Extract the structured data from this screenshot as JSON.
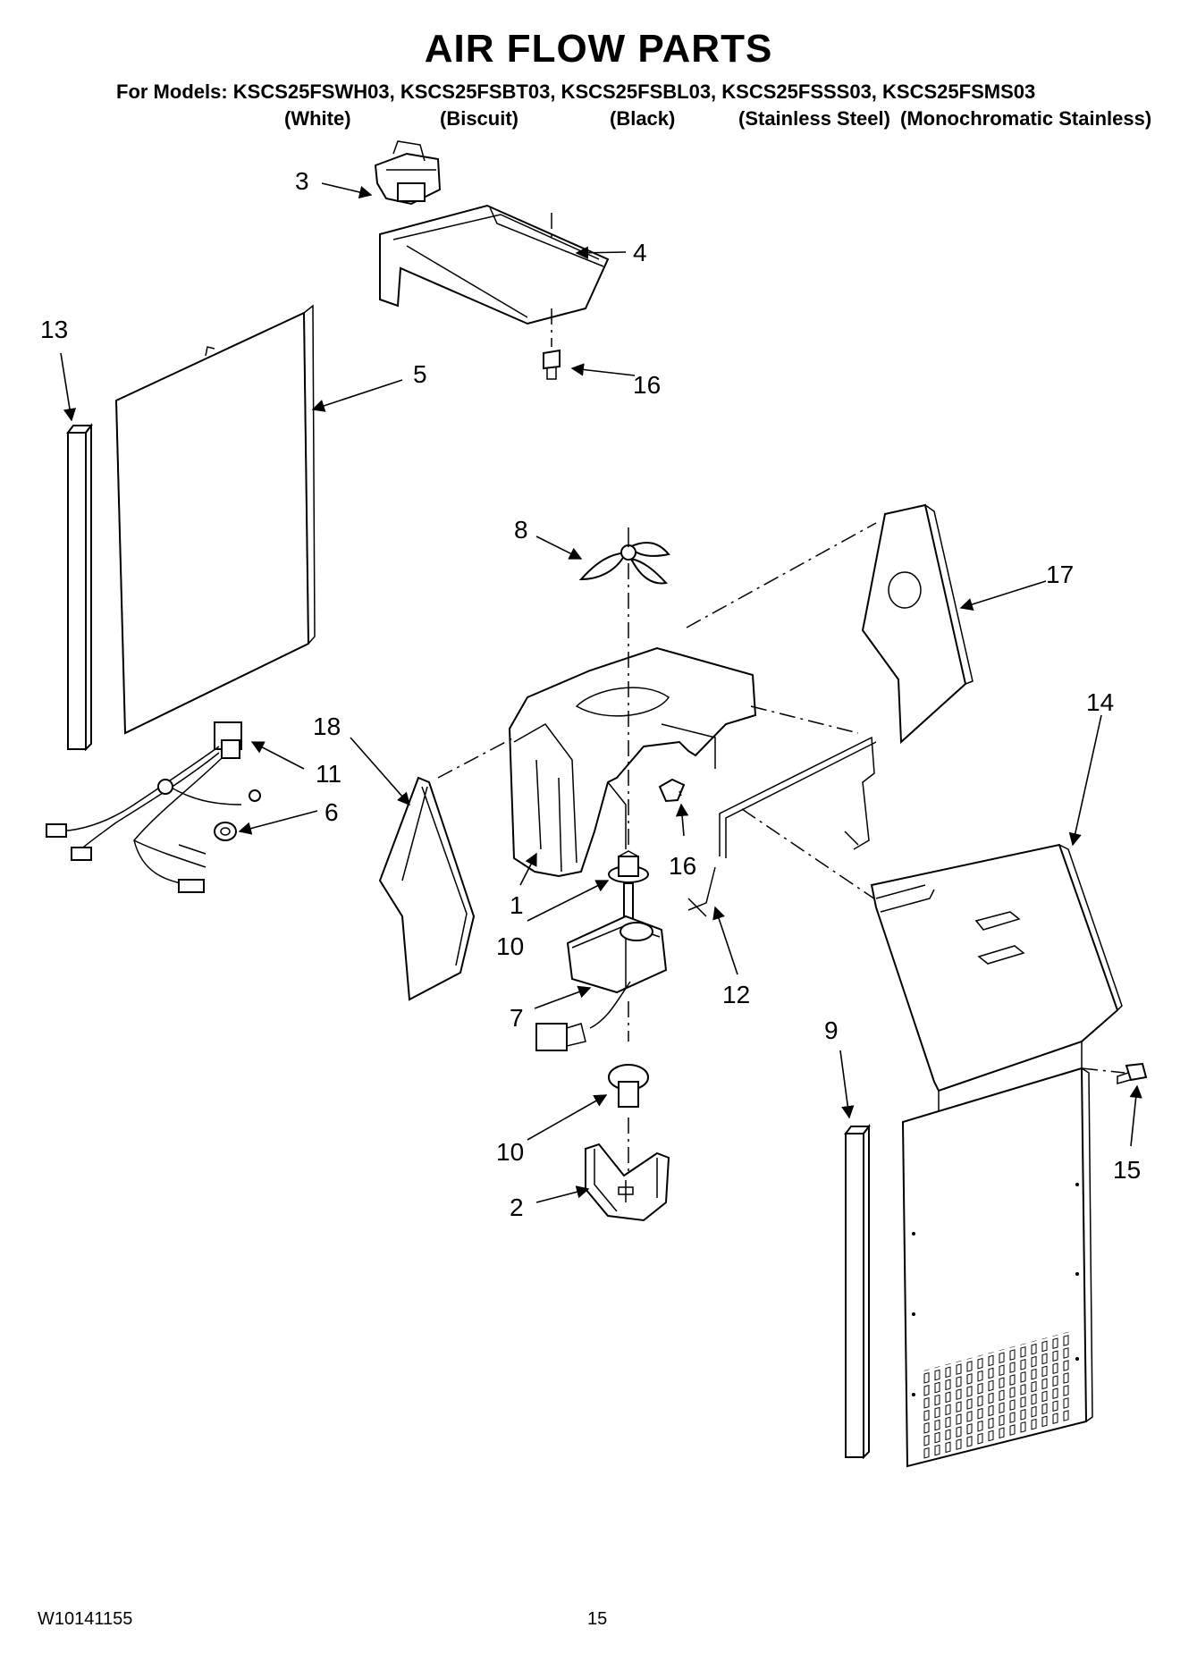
{
  "title": "AIR FLOW PARTS",
  "models_line": "For Models: KSCS25FSWH03, KSCS25FSBT03, KSCS25FSBL03, KSCS25FSSS03, KSCS25FSMS03",
  "colors": [
    "(White)",
    "(Biscuit)",
    "(Black)",
    "(Stainless Steel)",
    "(Monochromatic Stainless)"
  ],
  "footer": {
    "doc_number": "W10141155",
    "page_number": "15"
  },
  "callouts": {
    "c1": "1",
    "c2": "2",
    "c3": "3",
    "c4": "4",
    "c5": "5",
    "c6": "6",
    "c7": "7",
    "c8": "8",
    "c9": "9",
    "c10a": "10",
    "c10b": "10",
    "c11": "11",
    "c12": "12",
    "c13": "13",
    "c14": "14",
    "c15": "15",
    "c16a": "16",
    "c16b": "16",
    "c17": "17",
    "c18": "18"
  }
}
